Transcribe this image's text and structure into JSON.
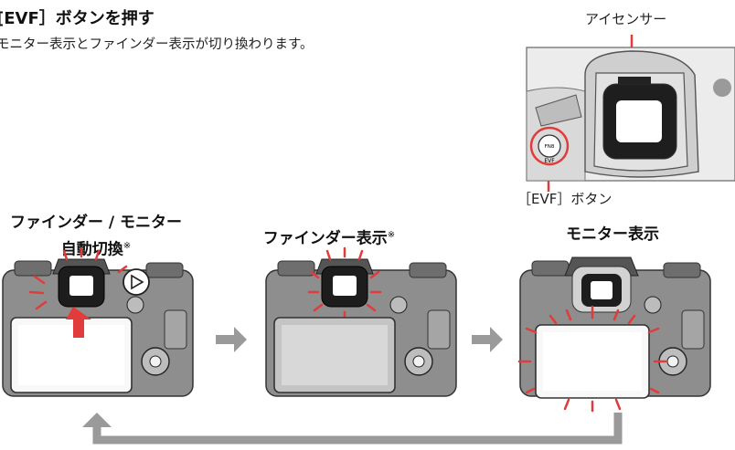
{
  "heading": "[EVF］ボタンを押す",
  "description": "モニター表示とファインダー表示が切り換わります。",
  "inset": {
    "eye_sensor_label": "アイセンサー",
    "evf_button_label": "［EVF］ボタン",
    "button_marks": [
      "FN8",
      "EVF"
    ]
  },
  "modes": [
    {
      "label_line1": "ファインダー / モニター",
      "label_line2": "自動切換",
      "ref": "※"
    },
    {
      "label_line1": "ファインダー表示",
      "ref": "※"
    },
    {
      "label_line1": "モニター表示"
    }
  ],
  "colors": {
    "highlight": "#e23b3b",
    "arrow": "#9a9a9a",
    "camera_body": "#8e8e8e",
    "screen": "#ffffff"
  }
}
